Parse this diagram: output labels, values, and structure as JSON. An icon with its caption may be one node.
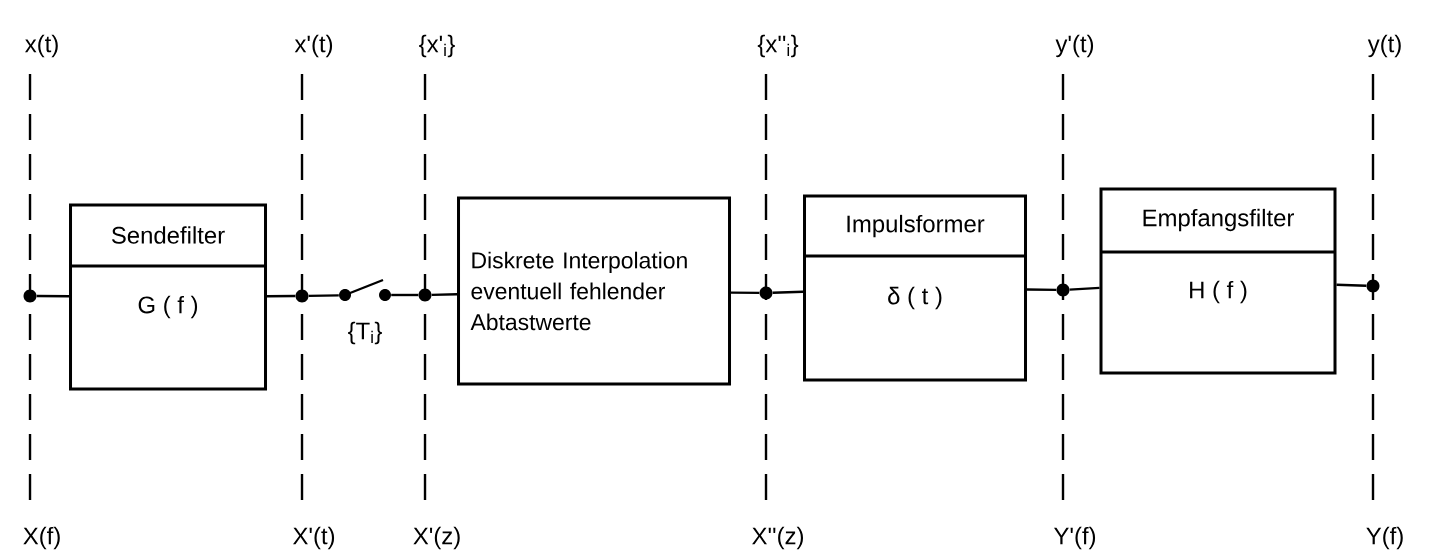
{
  "diagram": {
    "nodes": [
      {
        "text": [],
        "shape": "circle"
      },
      {
        "text": [
          "Sendefilter",
          "G ( f )"
        ]
      },
      {
        "text": [],
        "shape": "circle"
      },
      {
        "text": [],
        "shape": "switch",
        "beside": [
          "{T$_{i}$}"
        ]
      },
      {
        "text": [],
        "shape": "circle"
      },
      {
        "text": [
          "Diskrete Interpolation eventuell fehlender Abtastwerte"
        ]
      },
      {
        "text": [],
        "shape": "circle"
      },
      {
        "text": [
          "Impulsformer",
          "δ ( t )"
        ]
      },
      {
        "text": [],
        "shape": "circle"
      },
      {
        "text": [
          "Empfangsfilter",
          "H ( f )"
        ]
      },
      {
        "text": [],
        "shape": "circle"
      }
    ],
    "edges": [
      {
        "from": 0,
        "to": 1,
        "arrow": "none"
      },
      {
        "from": 1,
        "to": 2,
        "arrow": "none"
      },
      {
        "from": 2,
        "to": 3,
        "arrow": "none"
      },
      {
        "from": 3,
        "to": 4,
        "arrow": "none"
      },
      {
        "from": 4,
        "to": 5,
        "arrow": "none"
      },
      {
        "from": 5,
        "to": 6,
        "arrow": "none"
      },
      {
        "from": 6,
        "to": 7,
        "arrow": "none"
      },
      {
        "from": 7,
        "to": 8,
        "arrow": "none"
      },
      {
        "from": 8,
        "to": 9,
        "arrow": "none"
      },
      {
        "from": 9,
        "to": 10,
        "arrow": "none"
      }
    ],
    "labels": [
      "x(t)",
      "x'(t)",
      "{x'$_{i}$}",
      "{x''$_{i}$}",
      "y'(t)",
      "y(t)",
      "X(f)",
      "X'(t)",
      "X'(z)",
      "X''(z)",
      "Y'(f)",
      "Y(f)"
    ]
  }
}
